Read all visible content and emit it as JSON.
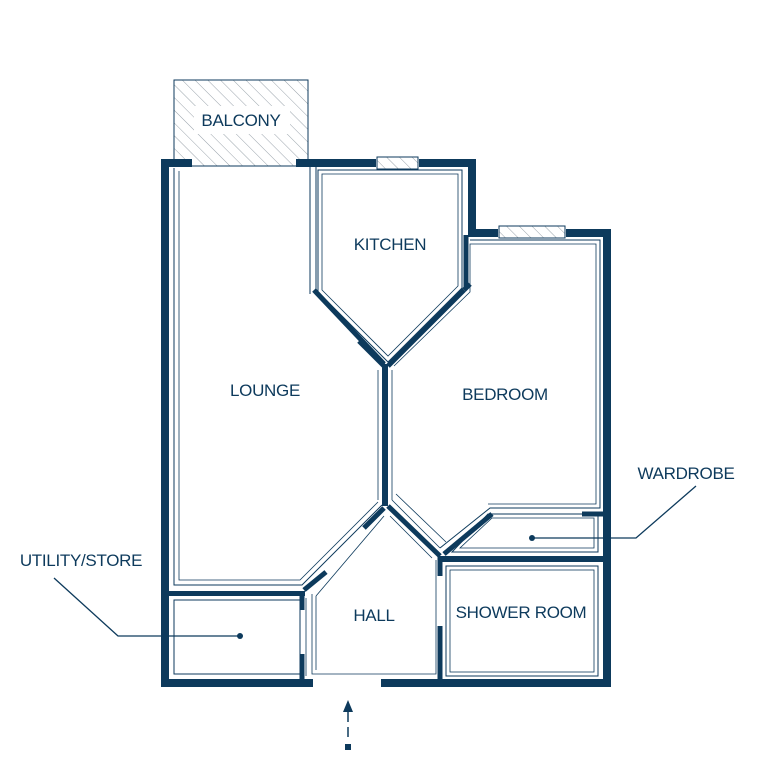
{
  "floorplan": {
    "rooms": {
      "balcony": "BALCONY",
      "kitchen": "KITCHEN",
      "lounge": "LOUNGE",
      "bedroom": "BEDROOM",
      "wardrobe": "WARDROBE",
      "utility_store": "UTILITY/STORE",
      "hall": "HALL",
      "shower_room": "SHOWER ROOM"
    },
    "colors": {
      "wall": "#0d3a5c",
      "background": "#ffffff"
    },
    "icons": {
      "entrance": "entrance-arrow-icon",
      "window": "window-hatch",
      "balcony_fill": "diagonal-hatch"
    }
  }
}
